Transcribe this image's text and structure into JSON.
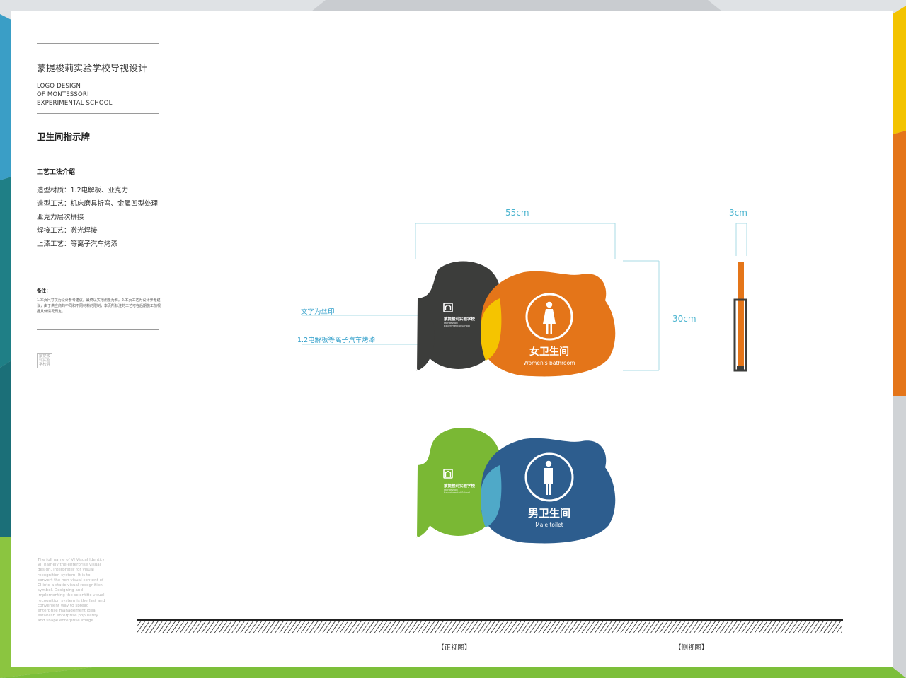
{
  "colors": {
    "primary_orange": "#e47519",
    "primary_dark": "#3c3d3b",
    "accent_yellow": "#f5c400",
    "primary_blue": "#2d5d8e",
    "accent_green": "#7ab834",
    "accent_lightblue": "#4fa9c8",
    "dimension_cyan": "#4bb4cf"
  },
  "sidebar": {
    "title": "蒙提梭莉实验学校导视设计",
    "en_lines": [
      "LOGO DESIGN",
      "OF MONTESSORI",
      "EXPERIMENTAL SCHOOL"
    ],
    "section_title": "卫生间指示牌",
    "craft_heading": "工艺工法介绍",
    "craft_items": [
      "造型材质：1.2电解板、亚克力",
      "造型工艺：机床磨具折弯、金属凹型处理",
      "亚克力层次拼接",
      "焊接工艺：激光焊接",
      "上漆工艺：等离子汽车烤漆"
    ],
    "note_heading": "备注：",
    "note_body": "1.本页尺寸仅为设计参考建议，最终以实地测量为准。2.本页工艺为设计参考建议，由于供应商的不同和不同材料的限制，本页所标注的工艺可在后期施工前根据具体情况而定。",
    "stamp_text": "蒙提梭莉实验学校导视设计",
    "blurb": "The full name of VI Visual Identity VI, namely the enterprise visual design, interpreter for visual recognition system. It is to convert the non visual content of CI into a static visual recognition symbol. Designing and implementing the scientific visual recognition system is the fast and convenient way to spread enterprise management idea, establish enterprise popularity and shape enterprise image."
  },
  "drawing": {
    "width_label": "55cm",
    "height_label": "30cm",
    "depth_label": "3cm",
    "annotation_print": "文字为丝印",
    "annotation_material": "1.2电解板等离子汽车烤漆",
    "front_caption": "【正视图】",
    "side_caption": "【侧视图】"
  },
  "signs": {
    "female": {
      "title": "女卫生间",
      "subtitle": "Women's bathroom",
      "icon": "female-person-icon"
    },
    "male": {
      "title": "男卫生间",
      "subtitle": "Male toilet",
      "icon": "male-person-icon"
    },
    "school_logo": {
      "icon": "school-logo-icon",
      "name_cn": "蒙提梭莉实验学校",
      "name_en_1": "Montessori",
      "name_en_2": "Experimental School"
    }
  }
}
